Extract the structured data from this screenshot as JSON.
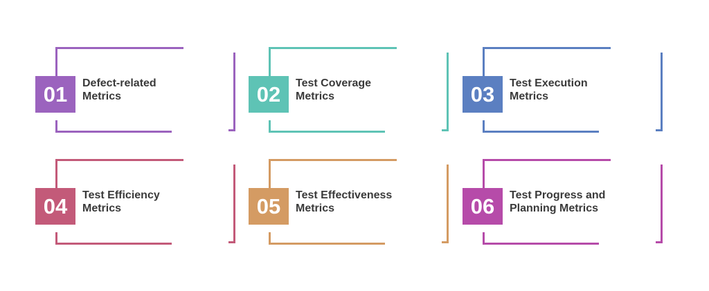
{
  "cards": [
    {
      "number": "01",
      "line1": "Defect-related",
      "line2": "Metrics",
      "color": "#9B63BE"
    },
    {
      "number": "02",
      "line1": "Test Coverage",
      "line2": "Metrics",
      "color": "#5EC3B5"
    },
    {
      "number": "03",
      "line1": "Test Execution",
      "line2": "Metrics",
      "color": "#5B7FC1"
    },
    {
      "number": "04",
      "line1": "Test Efficiency",
      "line2": "Metrics",
      "color": "#C35A79"
    },
    {
      "number": "05",
      "line1": "Test Effectiveness",
      "line2": "Metrics",
      "color": "#D49B63"
    },
    {
      "number": "06",
      "line1": "Test Progress and",
      "line2": "Planning Metrics",
      "color": "#B64BA9"
    }
  ]
}
